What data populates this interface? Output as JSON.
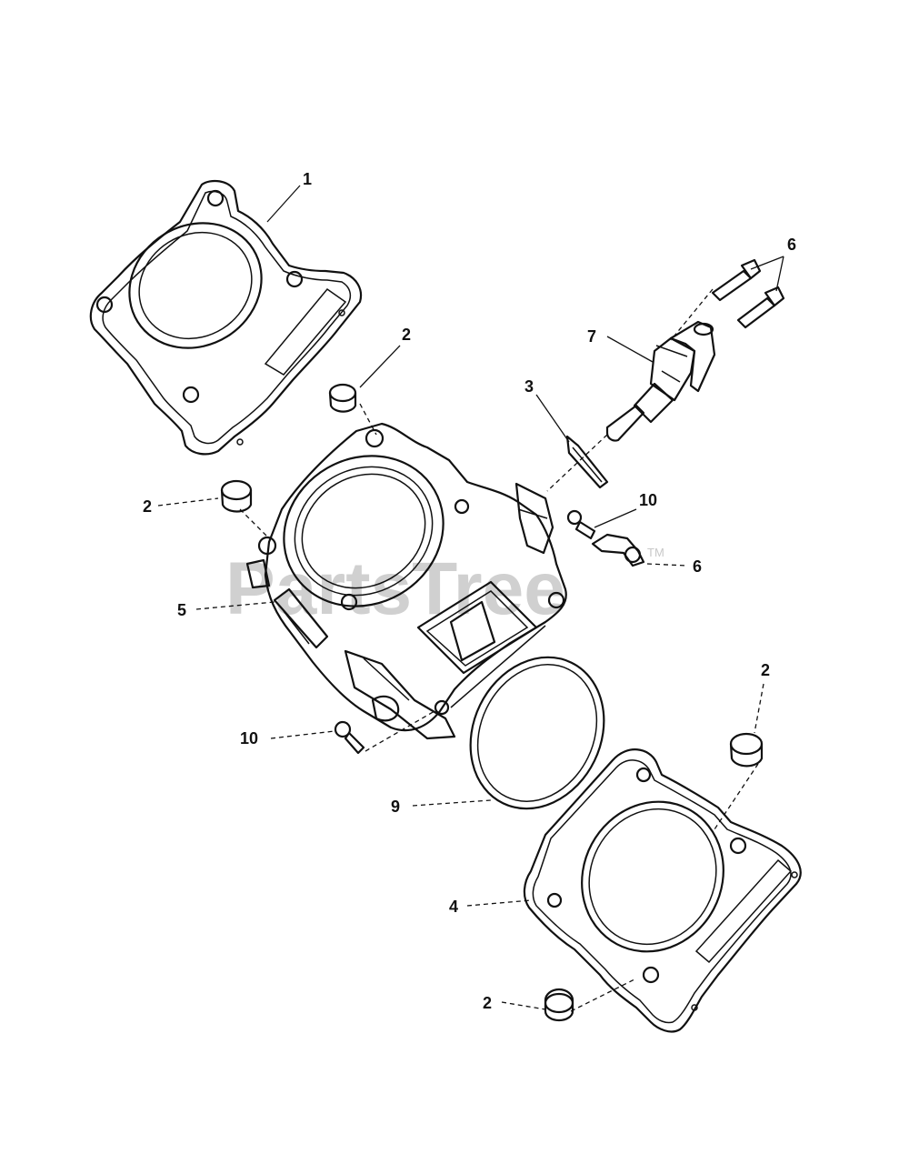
{
  "watermark": {
    "text": "PartsTree",
    "trademark": "TM"
  },
  "callouts": [
    {
      "id": "c1",
      "label": "1"
    },
    {
      "id": "c2a",
      "label": "2"
    },
    {
      "id": "c2b",
      "label": "2"
    },
    {
      "id": "c2c",
      "label": "2"
    },
    {
      "id": "c2d",
      "label": "2"
    },
    {
      "id": "c3",
      "label": "3"
    },
    {
      "id": "c4",
      "label": "4"
    },
    {
      "id": "c5",
      "label": "5"
    },
    {
      "id": "c6a",
      "label": "6"
    },
    {
      "id": "c6b",
      "label": "6"
    },
    {
      "id": "c7",
      "label": "7"
    },
    {
      "id": "c9",
      "label": "9"
    },
    {
      "id": "c10a",
      "label": "10"
    },
    {
      "id": "c10b",
      "label": "10"
    }
  ]
}
